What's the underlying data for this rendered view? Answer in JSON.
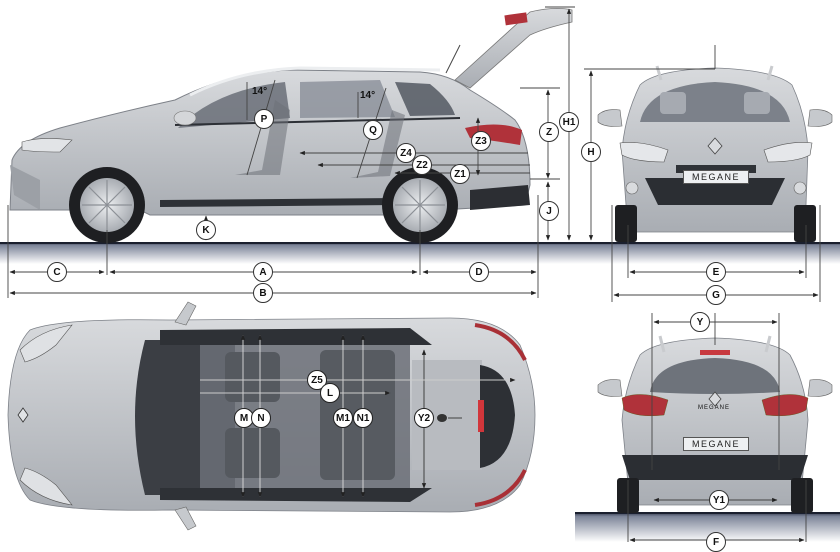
{
  "diagram": {
    "subject": "Renault Megane Estate dimensional drawing",
    "colors": {
      "body": "#c4c7cc",
      "body_dark": "#9a9ea5",
      "glass": "#5b6068",
      "tyre": "#1e1f22",
      "rim": "#d6d8dc",
      "tail_light": "#b0323a",
      "ground_top": "#22283a",
      "ground_fade": "#c7ccd8",
      "dim_line": "#444444"
    },
    "side_view": {
      "angles": [
        {
          "id": "angle-front",
          "text": "14°"
        },
        {
          "id": "angle-rear",
          "text": "14°"
        }
      ],
      "labels": [
        "P",
        "Q",
        "Z4",
        "Z2",
        "Z1",
        "Z3",
        "Z",
        "H1",
        "J",
        "K"
      ],
      "ground_labels": [
        "C",
        "A",
        "D",
        "B"
      ]
    },
    "front_view": {
      "badge": "MEGANE",
      "labels": [
        "H",
        "E",
        "G"
      ]
    },
    "top_view": {
      "labels": [
        "M",
        "N",
        "Z5",
        "L",
        "M1",
        "N1",
        "Y2"
      ]
    },
    "rear_view": {
      "badge": "MEGANE",
      "tailgate_script": "MEGANE",
      "labels": [
        "Y",
        "Y1",
        "F"
      ]
    }
  }
}
